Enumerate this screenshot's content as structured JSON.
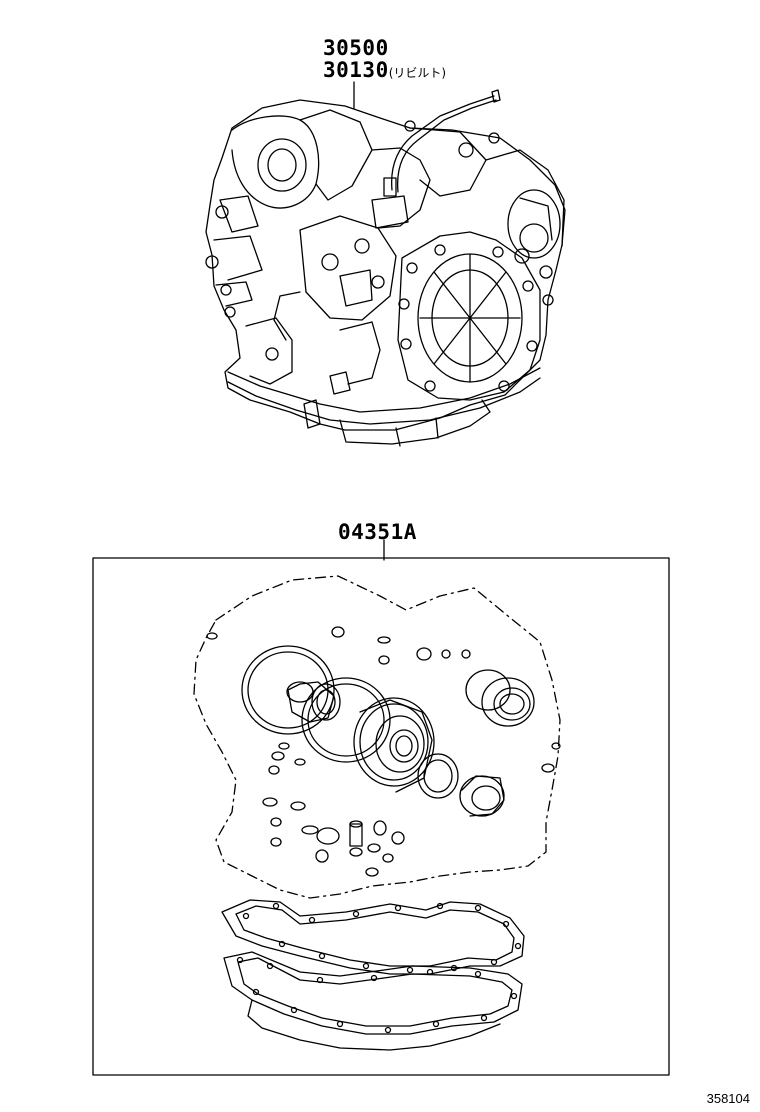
{
  "labels": {
    "assembly_part_no": "30500",
    "rebuilt_part_no": "30130",
    "rebuilt_suffix": "(リビルト)",
    "kit_part_no": "04351A"
  },
  "diagram_id": "358104",
  "icons": {
    "transmission": "transmission-assembly-icon",
    "gasket_kit": "overhaul-gasket-kit-icon"
  }
}
